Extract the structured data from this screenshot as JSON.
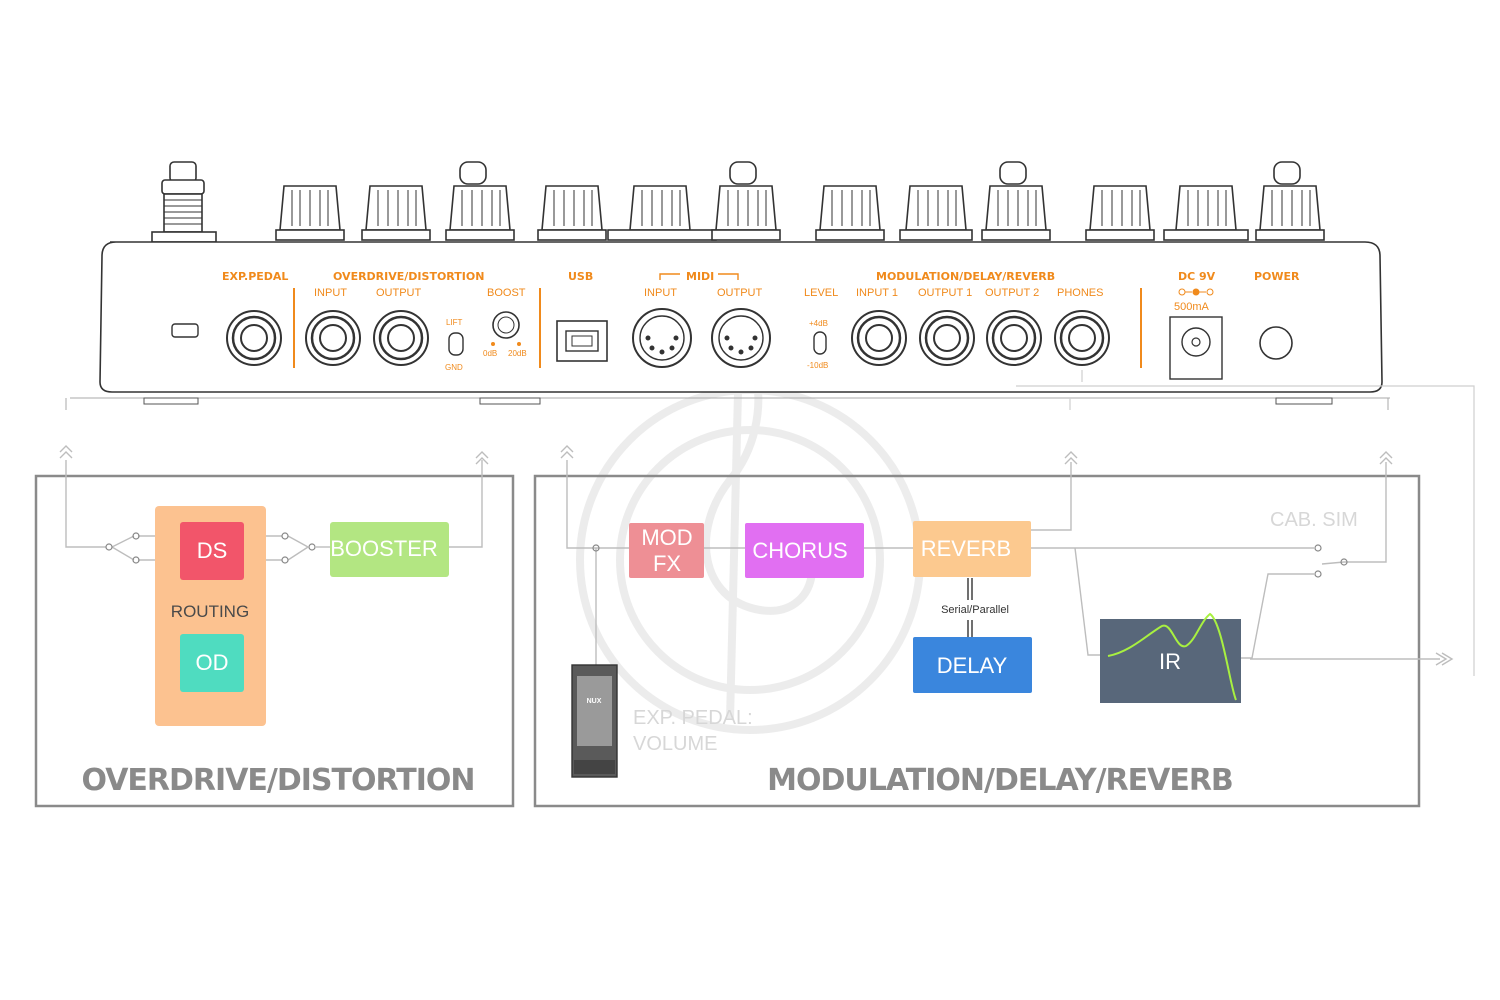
{
  "device": {
    "sections": {
      "exp_pedal": "EXP.PEDAL",
      "overdrive": "OVERDRIVE/DISTORTION",
      "usb": "USB",
      "midi": "MIDI",
      "modulation": "MODULATION/DELAY/REVERB",
      "dc": "DC 9V",
      "dc_current": "500mA",
      "power": "POWER"
    },
    "jacks": {
      "od_input": "INPUT",
      "od_output": "OUTPUT",
      "boost": "BOOST",
      "lift": "LIFT",
      "gnd": "GND",
      "boost_0db": "0dB",
      "boost_20db": "20dB",
      "midi_input": "INPUT",
      "midi_output": "OUTPUT",
      "level": "LEVEL",
      "level_plus": "+4dB",
      "level_minus": "-10dB",
      "input1": "INPUT 1",
      "output1": "OUTPUT 1",
      "output2": "OUTPUT 2",
      "phones": "PHONES"
    }
  },
  "diagram": {
    "left_panel_title": "OVERDRIVE/DISTORTION",
    "right_panel_title": "MODULATION/DELAY/REVERB",
    "blocks": {
      "ds": "DS",
      "od": "OD",
      "routing": "ROUTING",
      "booster": "BOOSTER",
      "mod_fx_1": "MOD",
      "mod_fx_2": "FX",
      "chorus": "CHORUS",
      "reverb": "REVERB",
      "delay": "DELAY",
      "ir": "IR",
      "serial_parallel": "Serial/Parallel",
      "cab_sim": "CAB. SIM",
      "exp_pedal_1": "EXP. PEDAL:",
      "exp_pedal_2": "VOLUME",
      "pedal_brand": "NUX"
    },
    "colors": {
      "ds": "#f2556a",
      "od": "#4fdcc0",
      "routing_bg": "#fcc290",
      "booster": "#b3e682",
      "mod_fx": "#ee8f95",
      "chorus": "#e16ff2",
      "reverb": "#fcc98f",
      "delay": "#3a86dd",
      "ir": "#58677a",
      "accent": "#f08a1c"
    }
  }
}
